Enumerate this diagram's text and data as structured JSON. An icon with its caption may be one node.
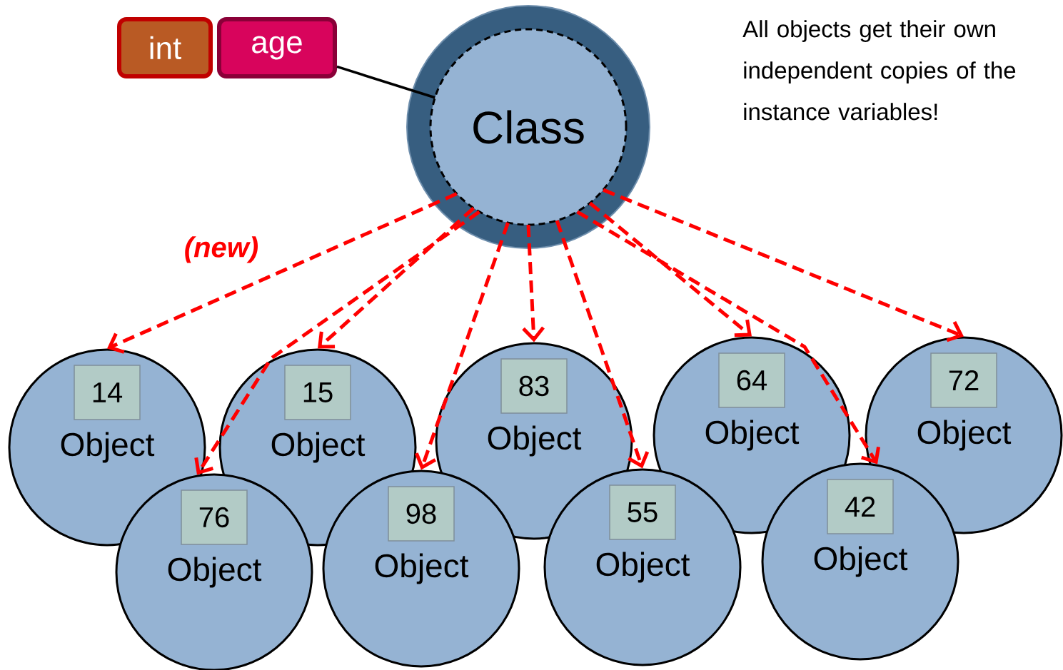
{
  "diagram": {
    "nodes": [
      {
        "text": [
          "int"
        ]
      },
      {
        "text": [
          "age"
        ]
      },
      {
        "text": [
          "Class"
        ]
      },
      {
        "text": [
          "Object"
        ]
      },
      {
        "text": [
          "14"
        ],
        "in": 3
      },
      {
        "text": [
          "Object"
        ]
      },
      {
        "text": [
          "15"
        ],
        "in": 5
      },
      {
        "text": [
          "Object"
        ]
      },
      {
        "text": [
          "83"
        ],
        "in": 7
      },
      {
        "text": [
          "Object"
        ]
      },
      {
        "text": [
          "64"
        ],
        "in": 9
      },
      {
        "text": [
          "Object"
        ]
      },
      {
        "text": [
          "72"
        ],
        "in": 11
      },
      {
        "text": [
          "Object"
        ]
      },
      {
        "text": [
          "76"
        ],
        "in": 13
      },
      {
        "text": [
          "Object"
        ]
      },
      {
        "text": [
          "98"
        ],
        "in": 15
      },
      {
        "text": [
          "Object"
        ]
      },
      {
        "text": [
          "55"
        ],
        "in": 17
      },
      {
        "text": [
          "Object"
        ]
      },
      {
        "text": [
          "42"
        ],
        "in": 19
      }
    ],
    "edges": [
      {
        "from": 2,
        "to": 3,
        "arrow": "to",
        "label": "(new)",
        "style": "dashed",
        "color": "#ff0000"
      },
      {
        "from": 2,
        "to": 5,
        "arrow": "to",
        "style": "dashed",
        "color": "#ff0000"
      },
      {
        "from": 2,
        "to": 13,
        "arrow": "to",
        "style": "dashed",
        "color": "#ff0000"
      },
      {
        "from": 2,
        "to": 15,
        "arrow": "to",
        "style": "dashed",
        "color": "#ff0000"
      },
      {
        "from": 2,
        "to": 7,
        "arrow": "to",
        "style": "dashed",
        "color": "#ff0000"
      },
      {
        "from": 2,
        "to": 17,
        "arrow": "to",
        "style": "dashed",
        "color": "#ff0000"
      },
      {
        "from": 2,
        "to": 19,
        "arrow": "to",
        "style": "dashed",
        "color": "#ff0000"
      },
      {
        "from": 2,
        "to": 9,
        "arrow": "to",
        "style": "dashed",
        "color": "#ff0000"
      },
      {
        "from": 2,
        "to": 11,
        "arrow": "to",
        "style": "dashed",
        "color": "#ff0000"
      },
      {
        "from": 1,
        "to": 2,
        "arrow": "none",
        "color": "#000000"
      }
    ],
    "labels": [
      "All objects get their own independent copies of the instance variables!"
    ]
  }
}
